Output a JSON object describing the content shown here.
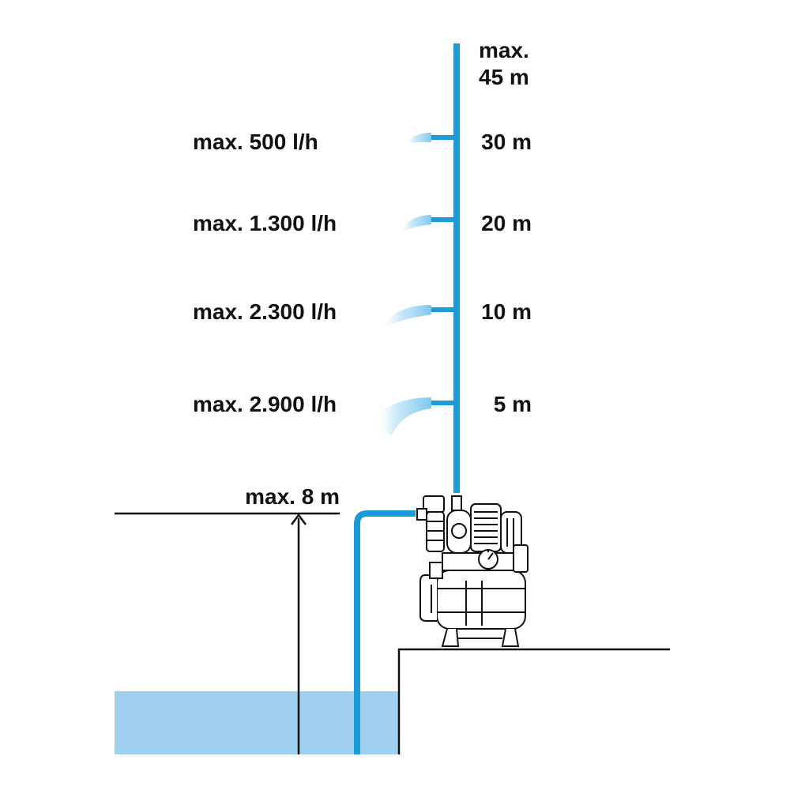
{
  "max_height_label": [
    "max.",
    "45 m"
  ],
  "levels": [
    {
      "height": "30 m",
      "flow": "max. 500 l/h"
    },
    {
      "height": "20 m",
      "flow": "max. 1.300 l/h"
    },
    {
      "height": "10 m",
      "flow": "max. 2.300 l/h"
    },
    {
      "height": "5 m",
      "flow": "max. 2.900 l/h"
    }
  ],
  "suction_label": "max. 8 m",
  "colors": {
    "pipe": "#1a9ad6",
    "water": "#a0d0f0",
    "spray": "#5ab8e8",
    "line": "#111111"
  },
  "icons": [
    "pump-icon",
    "pressure-gauge-icon",
    "upward-arrow-icon"
  ]
}
